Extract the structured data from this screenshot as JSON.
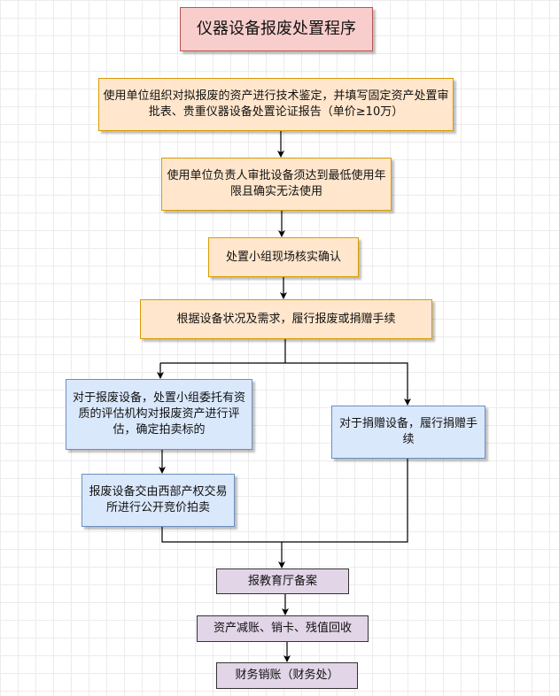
{
  "title": "仪器设备报废处置程序",
  "steps": {
    "s1": "使用单位组织对拟报废的资产进行技术鉴定，并填写固定资产处置审批表、贵重仪器设备处置论证报告（单价≥10万）",
    "s2": "使用单位负责人审批设备须达到最低使用年限且确实无法使用",
    "s3": "处置小组现场核实确认",
    "s4": "根据设备状况及需求，履行报废或捐赠手续",
    "s5": "对于报废设备，处置小组委托有资质的评估机构对报废资产进行评估，确定拍卖标的",
    "s6": "对于捐赠设备，履行捐赠手续",
    "s7": "报废设备交由西部产权交易所进行公开竞价拍卖",
    "s8": "报教育厅备案",
    "s9": "资产减账、销卡、残值回收",
    "s10": "财务销账（财务处）"
  },
  "colors": {
    "title_fill": "#f8cecc",
    "orange_fill": "#ffe6cc",
    "blue_fill": "#dae8fc",
    "purple_fill": "#e1d5e7"
  }
}
